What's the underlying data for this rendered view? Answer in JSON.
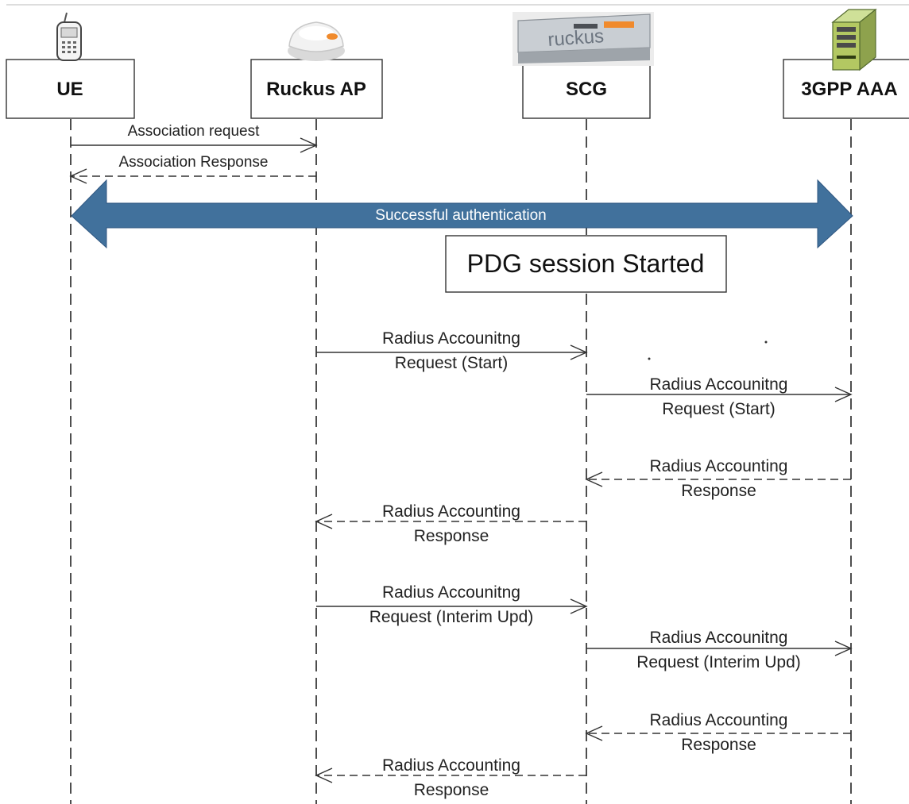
{
  "participants": [
    {
      "id": "ue",
      "label": "UE",
      "icon": "mobile-phone-icon"
    },
    {
      "id": "ap",
      "label": "Ruckus AP",
      "icon": "access-point-icon"
    },
    {
      "id": "scg",
      "label": "SCG",
      "icon": "scg-appliance-icon",
      "appliance_text": "ruckus"
    },
    {
      "id": "aaa",
      "label": "3GPP AAA",
      "icon": "server-icon"
    }
  ],
  "banner": {
    "label": "Successful authentication",
    "color": "#41719c"
  },
  "note": {
    "label": "PDG session Started"
  },
  "messages": [
    {
      "from": "ue",
      "to": "ap",
      "style": "solid",
      "lines": [
        "Association request"
      ]
    },
    {
      "from": "ap",
      "to": "ue",
      "style": "dashed",
      "lines": [
        "Association Response"
      ]
    },
    {
      "from": "ap",
      "to": "scg",
      "style": "solid",
      "lines": [
        "Radius Accounitng",
        "Request (Start)"
      ]
    },
    {
      "from": "scg",
      "to": "aaa",
      "style": "solid",
      "lines": [
        "Radius Accounitng",
        "Request (Start)"
      ]
    },
    {
      "from": "aaa",
      "to": "scg",
      "style": "dashed",
      "lines": [
        "Radius Accounting",
        "Response"
      ]
    },
    {
      "from": "scg",
      "to": "ap",
      "style": "dashed",
      "lines": [
        "Radius Accounting",
        "Response"
      ]
    },
    {
      "from": "ap",
      "to": "scg",
      "style": "solid",
      "lines": [
        "Radius Accounitng",
        "Request (Interim Upd)"
      ]
    },
    {
      "from": "scg",
      "to": "aaa",
      "style": "solid",
      "lines": [
        "Radius Accounitng",
        "Request (Interim Upd)"
      ]
    },
    {
      "from": "aaa",
      "to": "scg",
      "style": "dashed",
      "lines": [
        "Radius Accounting",
        "Response"
      ]
    },
    {
      "from": "scg",
      "to": "ap",
      "style": "dashed",
      "lines": [
        "Radius Accounting",
        "Response"
      ]
    }
  ]
}
